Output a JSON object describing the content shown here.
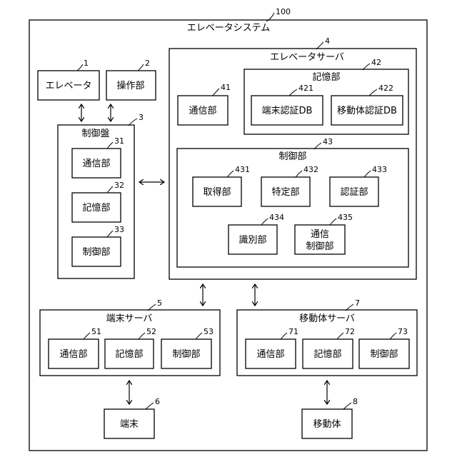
{
  "system": {
    "ref": "100",
    "title": "エレベータシステム"
  },
  "elevator": {
    "ref": "1",
    "label": "エレベータ"
  },
  "operation_unit": {
    "ref": "2",
    "label": "操作部"
  },
  "control_panel": {
    "ref": "3",
    "title": "制御盤",
    "units": [
      {
        "ref": "31",
        "label": "通信部"
      },
      {
        "ref": "32",
        "label": "記憶部"
      },
      {
        "ref": "33",
        "label": "制御部"
      }
    ]
  },
  "elevator_server": {
    "ref": "4",
    "title": "エレベータサーバ",
    "comm": {
      "ref": "41",
      "label": "通信部"
    },
    "storage": {
      "ref": "42",
      "title": "記憶部",
      "terminal_db": {
        "ref": "421",
        "label": "端末認証DB"
      },
      "mobile_db": {
        "ref": "422",
        "label": "移動体認証DB"
      }
    },
    "control": {
      "ref": "43",
      "title": "制御部",
      "acquire": {
        "ref": "431",
        "label": "取得部"
      },
      "identify": {
        "ref": "432",
        "label": "特定部"
      },
      "auth": {
        "ref": "433",
        "label": "認証部"
      },
      "recognize": {
        "ref": "434",
        "label": "識別部"
      },
      "comm_ctrl": {
        "ref": "435",
        "line1": "通信",
        "line2": "制御部"
      }
    }
  },
  "terminal_server": {
    "ref": "5",
    "title": "端末サーバ",
    "units": [
      {
        "ref": "51",
        "label": "通信部"
      },
      {
        "ref": "52",
        "label": "記憶部"
      },
      {
        "ref": "53",
        "label": "制御部"
      }
    ]
  },
  "terminal": {
    "ref": "6",
    "label": "端末"
  },
  "mobile_server": {
    "ref": "7",
    "title": "移動体サーバ",
    "units": [
      {
        "ref": "71",
        "label": "通信部"
      },
      {
        "ref": "72",
        "label": "記憶部"
      },
      {
        "ref": "73",
        "label": "制御部"
      }
    ]
  },
  "mobile": {
    "ref": "8",
    "label": "移動体"
  }
}
